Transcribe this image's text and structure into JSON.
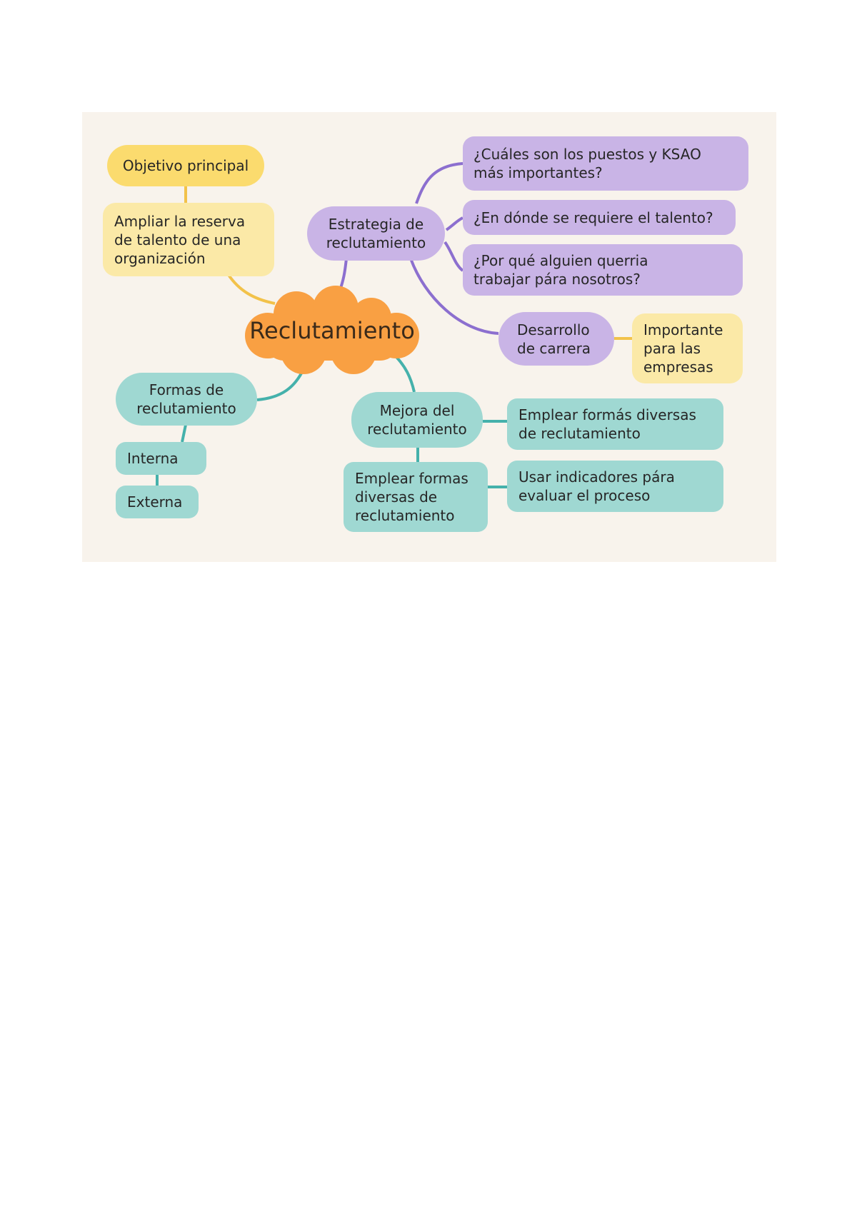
{
  "diagram": {
    "center": "Reclutamiento",
    "objective": {
      "title": "Objetivo principal",
      "detail": "Ampliar la reserva de talento de una organización"
    },
    "strategy": {
      "title": "Estrategia de reclutamiento",
      "questions": [
        "¿Cuáles son los puestos y KSAO más importantes?",
        "¿En dónde se requiere el talento?",
        "¿Por qué alguien querria trabajar pára nosotros?"
      ],
      "career": {
        "title": "Desarrollo de carrera",
        "note": "Importante para las empresas"
      }
    },
    "forms": {
      "title": "Formas de reclutamiento",
      "items": [
        "Interna",
        "Externa"
      ]
    },
    "improvement": {
      "title": "Mejora del reclutamiento",
      "items": [
        "Emplear formás diversas de reclutamiento",
        "Usar indicadores pára evaluar el proceso",
        "Emplear formas diversas de reclutamiento"
      ]
    },
    "colors": {
      "background": "#f8f3ec",
      "center": "#f9a043",
      "yellow": "#fbe9a7",
      "yellow_strong": "#fbdb6e",
      "purple": "#c9b4e6",
      "purple_line": "#8c6fcf",
      "teal": "#9fd8d2",
      "teal_line": "#45b1ab",
      "yellow_line": "#f2c24a"
    }
  }
}
